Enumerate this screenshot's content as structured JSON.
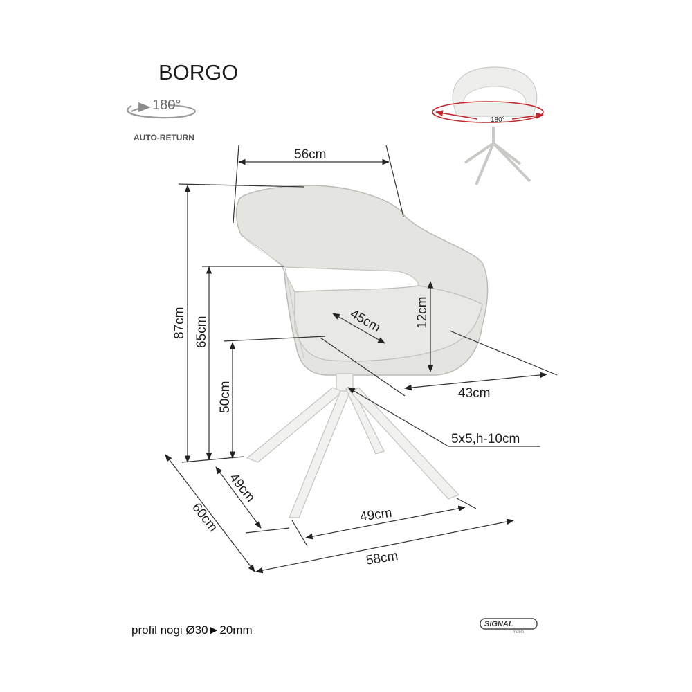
{
  "product": {
    "name": "BORGO"
  },
  "rotation": {
    "angle_label": "180°",
    "mode_label": "AUTO-RETURN",
    "mini_angle_label": "180°",
    "accent_color": "#c0282d"
  },
  "dimensions": {
    "width_top": "56cm",
    "height_total": "87cm",
    "height_armrest": "65cm",
    "height_seat": "50cm",
    "seat_depth": "45cm",
    "armrest_gap": "12cm",
    "seat_width": "43cm",
    "leg_profile": "5x5,h-10cm",
    "base_depth": "49cm",
    "depth_total": "60cm",
    "base_width": "49cm",
    "width_total": "58cm"
  },
  "footer": {
    "leg_profile_note": "profil nogi Ø30►20mm"
  },
  "brand": {
    "name": "SIGNAL",
    "sub": "meble"
  }
}
